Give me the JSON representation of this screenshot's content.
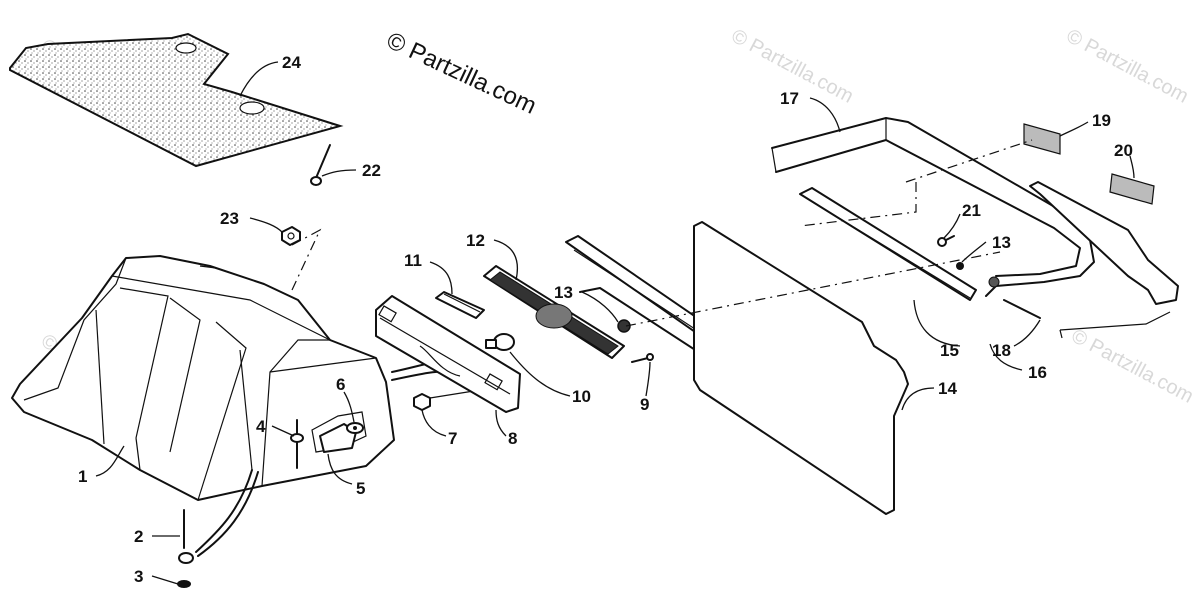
{
  "watermark": {
    "main": "© Partzilla.com",
    "faint": "© Partzilla.com"
  },
  "callouts": [
    {
      "id": "c1",
      "label": "1"
    },
    {
      "id": "c2",
      "label": "2"
    },
    {
      "id": "c3",
      "label": "3"
    },
    {
      "id": "c4",
      "label": "4"
    },
    {
      "id": "c5",
      "label": "5"
    },
    {
      "id": "c6",
      "label": "6"
    },
    {
      "id": "c7",
      "label": "7"
    },
    {
      "id": "c8",
      "label": "8"
    },
    {
      "id": "c9",
      "label": "9"
    },
    {
      "id": "c10",
      "label": "10"
    },
    {
      "id": "c11",
      "label": "11"
    },
    {
      "id": "c12",
      "label": "12"
    },
    {
      "id": "c13a",
      "label": "13"
    },
    {
      "id": "c13b",
      "label": "13"
    },
    {
      "id": "c14",
      "label": "14"
    },
    {
      "id": "c15",
      "label": "15"
    },
    {
      "id": "c16",
      "label": "16"
    },
    {
      "id": "c17",
      "label": "17"
    },
    {
      "id": "c18",
      "label": "18"
    },
    {
      "id": "c19",
      "label": "19"
    },
    {
      "id": "c20",
      "label": "20"
    },
    {
      "id": "c21",
      "label": "21"
    },
    {
      "id": "c22",
      "label": "22"
    },
    {
      "id": "c23",
      "label": "23"
    },
    {
      "id": "c24",
      "label": "24"
    }
  ]
}
